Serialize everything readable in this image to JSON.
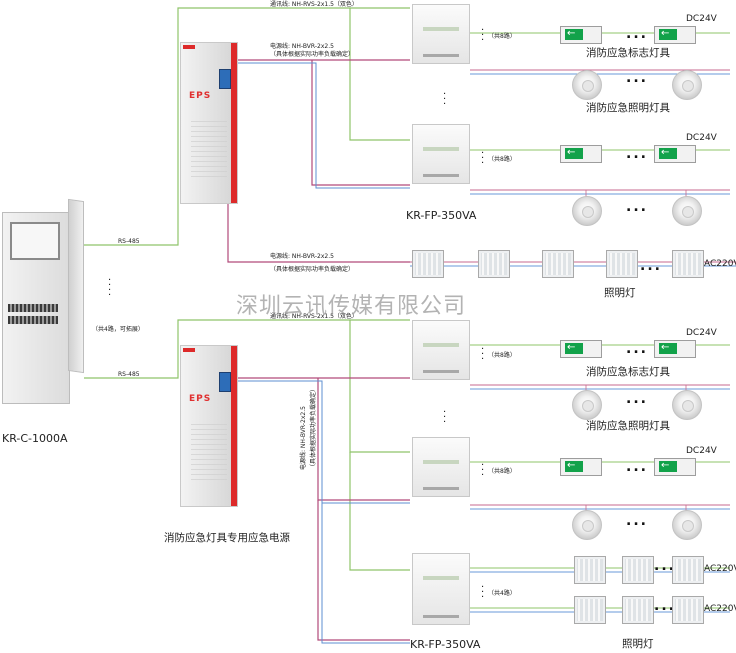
{
  "labels": {
    "cable_comm": "通讯线: NH-RVS-2x1.5（双色）",
    "cable_power_1": "电源线: NH-BVR-2x2.5",
    "cable_power_2": "（具体根据实际功率负载确定）",
    "dc24v": "DC24V",
    "ac220v": "AC220V",
    "sign_group": "消防应急标志灯具",
    "lighting_group": "消防应急照明灯具",
    "lamp_group": "照明灯",
    "branch_8": "（共8路）",
    "branch_4": "（共4路）",
    "rs485": "RS-485",
    "host_model": "KR-C-1000A",
    "box_model": "KR-FP-350VA",
    "eps_name": "消防应急灯具专用应急电源",
    "host_note": "（共4路，可拓展）",
    "eps_text": "EPS",
    "watermark": "深圳云讯传媒有限公司",
    "ellipsis": "..."
  }
}
